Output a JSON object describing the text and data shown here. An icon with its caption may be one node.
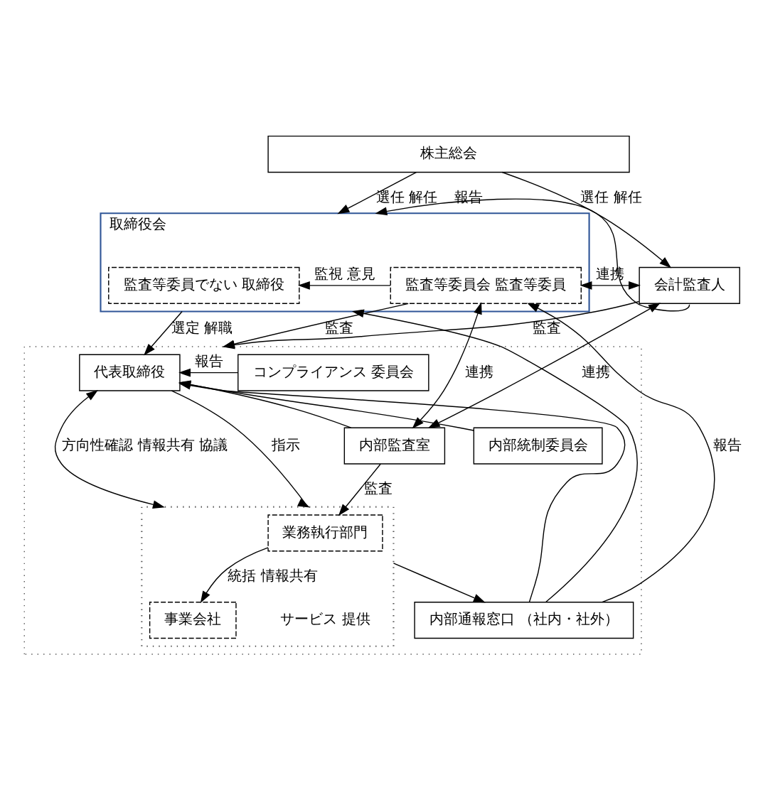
{
  "diagram": {
    "nodes": [
      {
        "text": [
          "株主総会"
        ]
      },
      {
        "text": [
          "取締役会"
        ]
      },
      {
        "text": [
          "監査等委員でない 取締役"
        ],
        "in": 1
      },
      {
        "text": [
          "監査等委員会 監査等委員"
        ],
        "in": 1
      },
      {
        "text": [
          "会計監査人"
        ]
      },
      {
        "text": [],
        "shape": "box"
      },
      {
        "text": [
          "代表取締役"
        ],
        "in": 5
      },
      {
        "text": [
          "コンプライアンス 委員会"
        ],
        "in": 5
      },
      {
        "text": [
          "内部統制委員会"
        ],
        "in": 5
      },
      {
        "text": [
          "内部監査室"
        ],
        "in": 5
      },
      {
        "text": [],
        "shape": "box",
        "in": 5
      },
      {
        "text": [
          "業務執行部門"
        ],
        "in": 10
      },
      {
        "text": [
          "事業会社"
        ],
        "in": 10
      },
      {
        "text": [
          "内部通報窓口 （社内・社外）"
        ],
        "in": 5
      }
    ],
    "edges": [
      {
        "from": 0,
        "to": 1,
        "arrow": "to",
        "label": "選任 解任"
      },
      {
        "from": 0,
        "to": 4,
        "arrow": "to",
        "label": "選任 解任"
      },
      {
        "from": 3,
        "to": 2,
        "arrow": "to",
        "label": "監視 意見"
      },
      {
        "from": 3,
        "to": 4,
        "arrow": "both",
        "label": "連携"
      },
      {
        "from": 3,
        "to": 5,
        "arrow": "to",
        "label": "監査"
      },
      {
        "from": 4,
        "to": 1,
        "arrow": "to",
        "label": "報告"
      },
      {
        "from": 4,
        "to": 5,
        "arrow": "to",
        "label": "監査"
      },
      {
        "from": 1,
        "to": 6,
        "arrow": "to",
        "label": "選定 解職"
      },
      {
        "from": 3,
        "to": 9,
        "arrow": "both",
        "label": "連携"
      },
      {
        "from": 13,
        "to": 3,
        "arrow": "to",
        "label": "報告"
      },
      {
        "from": 13,
        "to": 1,
        "arrow": "to"
      },
      {
        "from": 7,
        "to": 6,
        "arrow": "to",
        "label": "報告"
      },
      {
        "from": 8,
        "to": 6,
        "arrow": "to"
      },
      {
        "from": 9,
        "to": 6,
        "arrow": "to"
      },
      {
        "from": 13,
        "to": 6,
        "arrow": "to"
      },
      {
        "from": 6,
        "to": 10,
        "arrow": "to",
        "label": "指示"
      },
      {
        "from": 6,
        "to": 10,
        "arrow": "both",
        "label": "方向性確認 情報共有 協議"
      },
      {
        "from": 9,
        "to": 11,
        "arrow": "to",
        "label": "監査"
      },
      {
        "from": 4,
        "to": 9,
        "arrow": "both",
        "label": "連携"
      },
      {
        "from": 11,
        "to": 12,
        "arrow": "to",
        "label": "統括 情報共有"
      },
      {
        "from": 10,
        "to": 13,
        "arrow": "to"
      }
    ],
    "labels": [
      "サービス 提供"
    ]
  }
}
